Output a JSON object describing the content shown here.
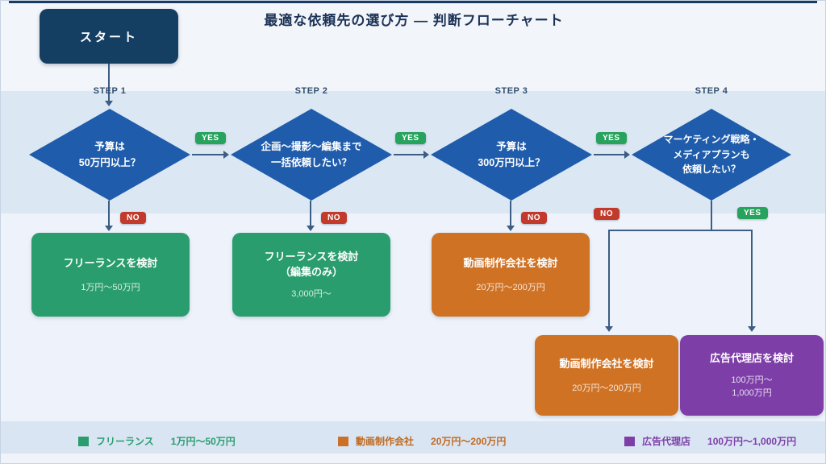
{
  "title": "最適な依頼先の選び方 — 判断フローチャート",
  "start_label": "スタート",
  "badges": {
    "yes": "YES",
    "no": "NO"
  },
  "steps": [
    {
      "label": "STEP 1",
      "lines": [
        "予算は",
        "50万円以上？"
      ]
    },
    {
      "label": "STEP 2",
      "lines": [
        "企画〜撮影〜編集まで",
        "一括依頼したい？"
      ]
    },
    {
      "label": "STEP 3",
      "lines": [
        "予算は",
        "300万円以上？"
      ]
    },
    {
      "label": "STEP 4",
      "lines": [
        "マーケティング戦略・",
        "メディアプランも",
        "依頼したい？"
      ]
    }
  ],
  "results": [
    {
      "lines": [
        "フリーランスを検討"
      ],
      "price": [
        "1万円〜50万円"
      ]
    },
    {
      "lines": [
        "フリーランスを検討",
        "（編集のみ）"
      ],
      "price": [
        "3,000円〜"
      ]
    },
    {
      "lines": [
        "動画制作会社を検討"
      ],
      "price": [
        "20万円〜200万円"
      ]
    },
    {
      "lines": [
        "動画制作会社を検討"
      ],
      "price": [
        "20万円〜200万円"
      ]
    },
    {
      "lines": [
        "広告代理店を検討"
      ],
      "price": [
        "100万円〜",
        "1,000万円"
      ]
    }
  ],
  "legend": [
    {
      "name": "フリーランス",
      "range": "1万円〜50万円",
      "color": "#2a9d6e"
    },
    {
      "name": "動画制作会社",
      "range": "20万円〜200万円",
      "color": "#cb7026"
    },
    {
      "name": "広告代理店",
      "range": "100万円〜1,000万円",
      "color": "#7d3ea8"
    }
  ],
  "colors": {
    "diamond_blue": "#1f5cab",
    "start_navy": "#153e63",
    "result_green": "#2a9d6e",
    "result_orange": "#cf7224",
    "result_purple": "#7d3ea8",
    "yes_green": "#27a35d",
    "no_red": "#c13a2b",
    "connector": "#3c5e84"
  }
}
